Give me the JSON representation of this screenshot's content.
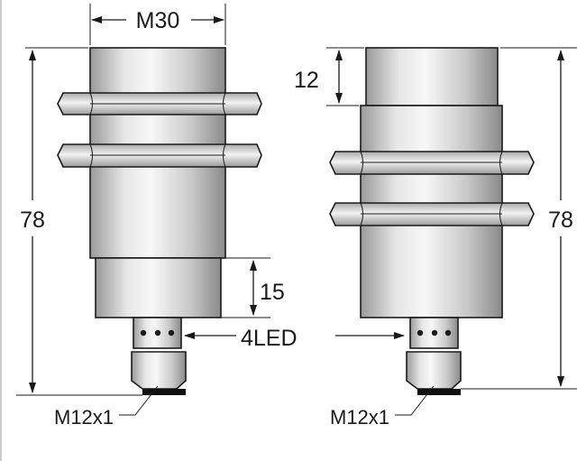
{
  "labels": {
    "diameter": "M30",
    "length_left": "78",
    "length_right": "78",
    "cap_length": "15",
    "front_length": "12",
    "led": "4LED",
    "connector_left": "M12x1",
    "connector_right": "M12x1"
  }
}
